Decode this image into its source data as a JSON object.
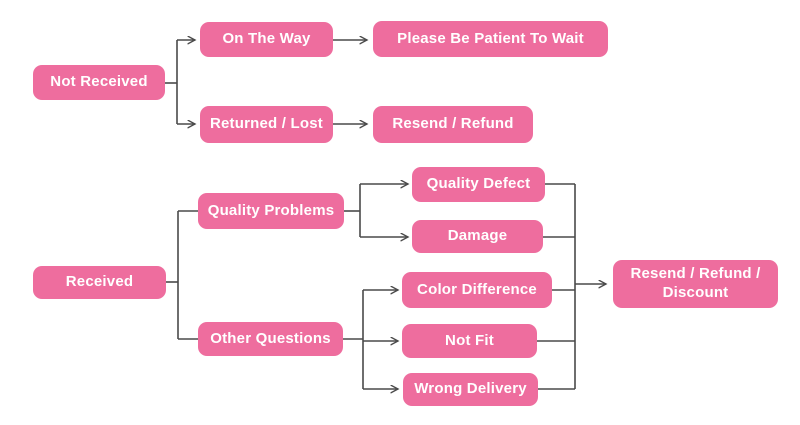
{
  "diagram": {
    "type": "flowchart",
    "description": "Order issue resolution flowchart",
    "colors": {
      "node_fill": "#ee6d9e",
      "node_text": "#ffffff",
      "connector": "#4a4a4a",
      "background": "#ffffff"
    },
    "nodes": {
      "not_received": {
        "label": "Not Received"
      },
      "on_the_way": {
        "label": "On The Way"
      },
      "please_wait": {
        "label": "Please Be Patient To Wait"
      },
      "returned_lost": {
        "label": "Returned / Lost"
      },
      "resend_refund": {
        "label": "Resend / Refund"
      },
      "received": {
        "label": "Received"
      },
      "quality_problems": {
        "label": "Quality Problems"
      },
      "other_questions": {
        "label": "Other Questions"
      },
      "quality_defect": {
        "label": "Quality Defect"
      },
      "damage": {
        "label": "Damage"
      },
      "color_difference": {
        "label": "Color Difference"
      },
      "not_fit": {
        "label": "Not Fit"
      },
      "wrong_delivery": {
        "label": "Wrong Delivery"
      },
      "resend_refund_discount": {
        "label": "Resend / Refund / Discount"
      }
    },
    "edges": [
      {
        "from": "Not Received",
        "to": "On The Way",
        "arrow": true
      },
      {
        "from": "Not Received",
        "to": "Returned / Lost",
        "arrow": true
      },
      {
        "from": "On The Way",
        "to": "Please Be Patient To Wait",
        "arrow": true
      },
      {
        "from": "Returned / Lost",
        "to": "Resend / Refund",
        "arrow": true
      },
      {
        "from": "Received",
        "to": "Quality Problems",
        "arrow": false
      },
      {
        "from": "Received",
        "to": "Other Questions",
        "arrow": false
      },
      {
        "from": "Quality Problems",
        "to": "Quality Defect",
        "arrow": true
      },
      {
        "from": "Quality Problems",
        "to": "Damage",
        "arrow": true
      },
      {
        "from": "Other Questions",
        "to": "Color Difference",
        "arrow": true
      },
      {
        "from": "Other Questions",
        "to": "Not Fit",
        "arrow": true
      },
      {
        "from": "Other Questions",
        "to": "Wrong Delivery",
        "arrow": true
      },
      {
        "from": "Quality Defect",
        "to": "Resend / Refund / Discount",
        "arrow": true
      },
      {
        "from": "Damage",
        "to": "Resend / Refund / Discount",
        "arrow": true
      },
      {
        "from": "Color Difference",
        "to": "Resend / Refund / Discount",
        "arrow": true
      },
      {
        "from": "Not Fit",
        "to": "Resend / Refund / Discount",
        "arrow": true
      },
      {
        "from": "Wrong Delivery",
        "to": "Resend / Refund / Discount",
        "arrow": true
      }
    ]
  }
}
